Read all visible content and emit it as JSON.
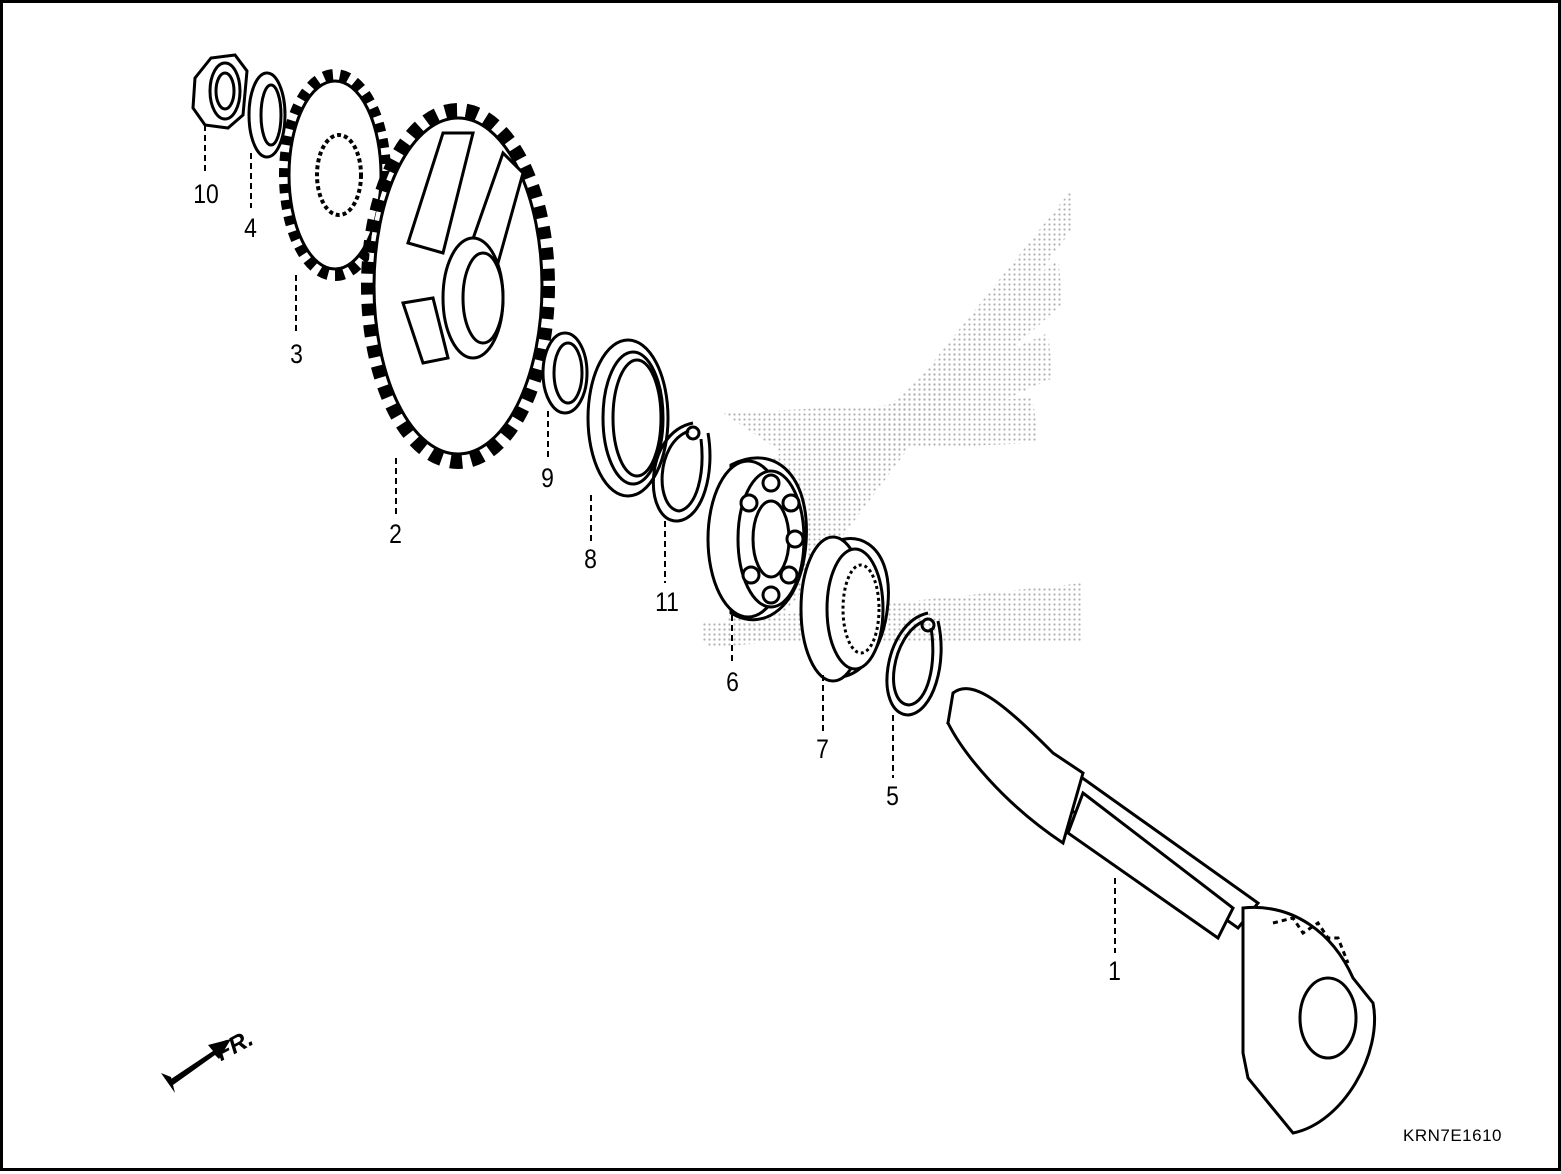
{
  "diagram": {
    "code": "KRN7E1610",
    "direction_label": "FR.",
    "watermark_brand": "HONDA",
    "callouts": [
      "1",
      "2",
      "3",
      "4",
      "5",
      "6",
      "7",
      "8",
      "9",
      "10",
      "11"
    ]
  },
  "colors": {
    "line": "#000000",
    "background": "#ffffff",
    "watermark": "#b0b0b0"
  }
}
